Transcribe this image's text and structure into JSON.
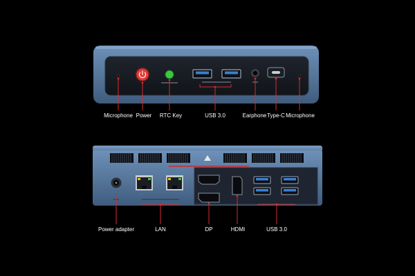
{
  "front_panel": {
    "labels": {
      "microphone_left": "Microphone",
      "power": "Power",
      "rtc_key": "RTC Key",
      "usb3": "USB 3.0",
      "earphone": "Earphone",
      "type_c": "Type-C",
      "microphone_right": "Microphone"
    }
  },
  "back_panel": {
    "labels": {
      "power_adapter": "Power adapter",
      "lan": "LAN",
      "dp": "DP",
      "hdmi": "HDMI",
      "usb3": "USB 3.0"
    }
  },
  "colors": {
    "background": "#000000",
    "chassis": "#5d7ea4",
    "panel": "#161a22",
    "callout": "#d92b2b",
    "power_button": "#e53935",
    "rtc_button": "#3cc83c",
    "usb_blue": "#3a7fd6"
  }
}
